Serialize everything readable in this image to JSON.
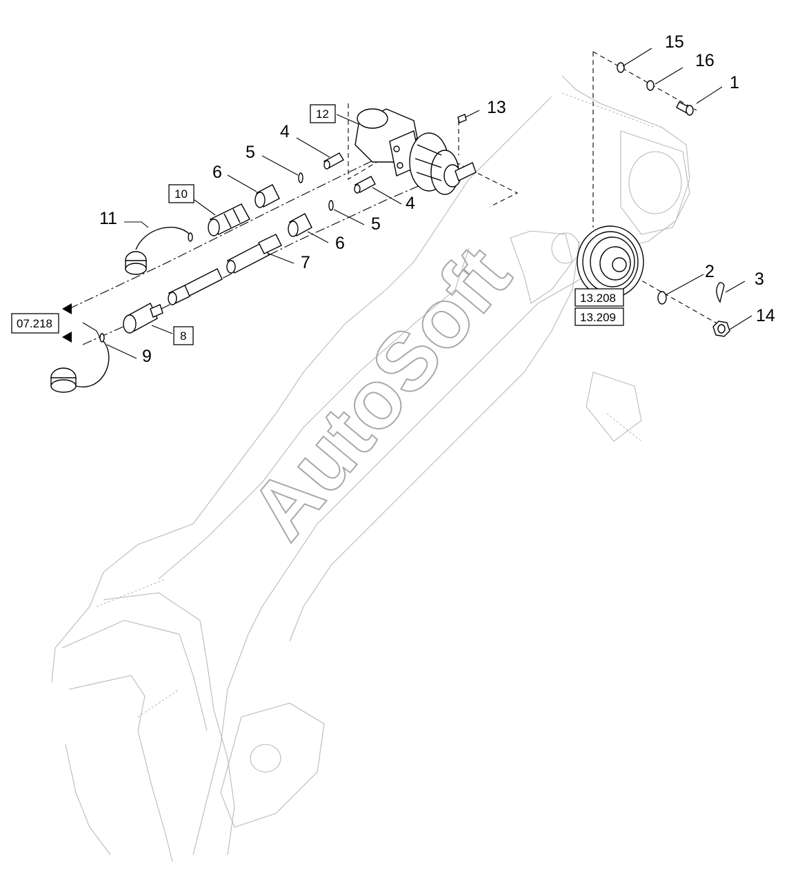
{
  "watermark": "AutoSoft",
  "callouts": {
    "c1": "1",
    "c2": "2",
    "c3": "3",
    "c4a": "4",
    "c4b": "4",
    "c5a": "5",
    "c5b": "5",
    "c6a": "6",
    "c6b": "6",
    "c7": "7",
    "c9": "9",
    "c11": "11",
    "c13": "13",
    "c14": "14",
    "c15": "15",
    "c16": "16"
  },
  "boxed_refs": {
    "b8": "8",
    "b10": "10",
    "b12": "12",
    "ref_a": "07.218",
    "ref_b": "13.208",
    "ref_c": "13.209"
  }
}
